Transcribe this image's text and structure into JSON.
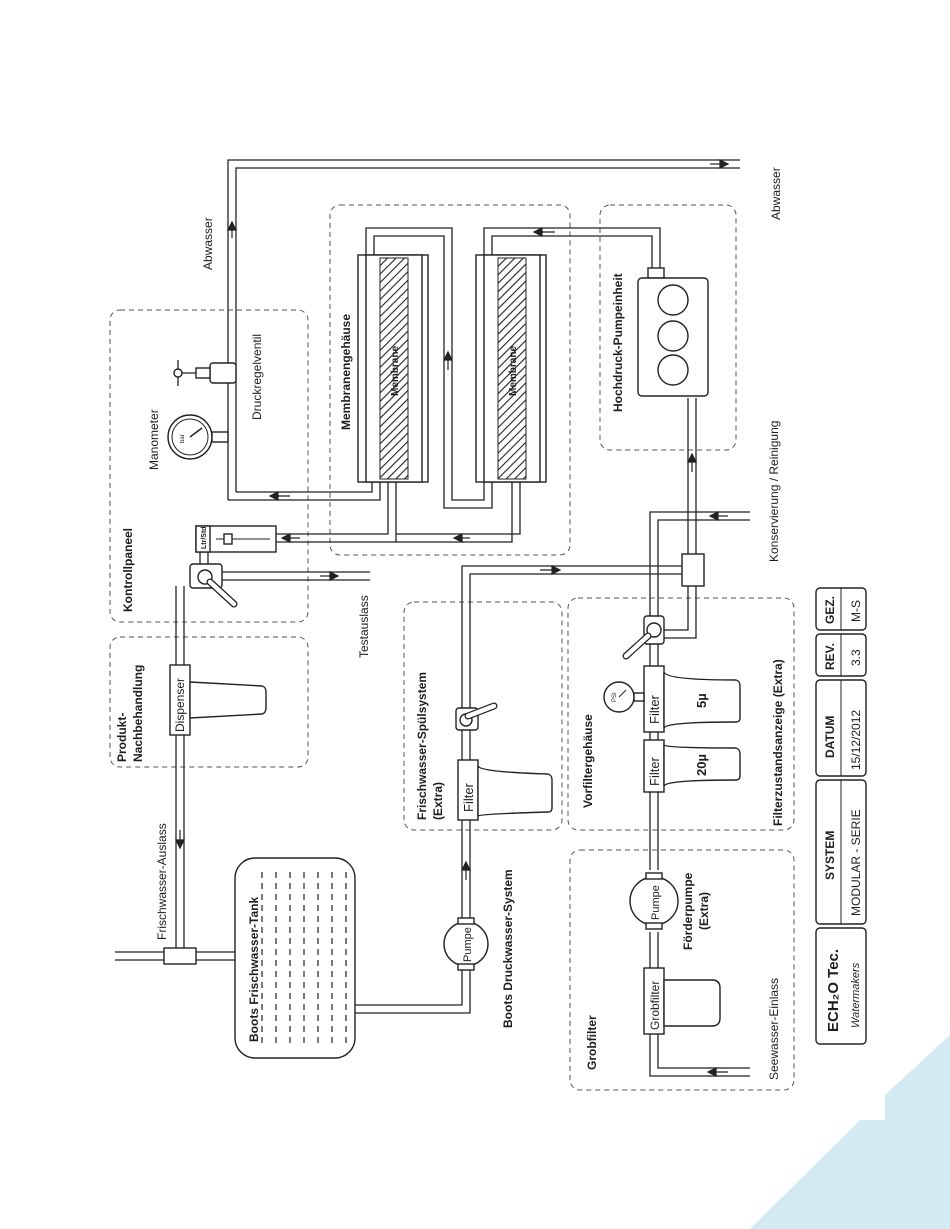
{
  "labels": {
    "abwasser_1": "Abwasser",
    "abwasser_2": "Abwasser",
    "druckregelventil": "Druckregelventil",
    "manometer": "Manometer",
    "membranengehaeuse": "Membranengehäuse",
    "membrane_1": "Membrane",
    "membrane_2": "Membrane",
    "hochdruck_pumpeinheit": "Hochdruck-Pumpeinheit",
    "konservierung": "Konservierung / Reinigung",
    "kontrollpaneel": "Kontrollpaneel",
    "testauslass": "Testauslass",
    "ltrstd": "Ltr/Std",
    "produkt_1": "Produkt-",
    "produkt_2": "Nachbehandlung",
    "dispenser": "Dispenser",
    "frischwasser_auslass": "Frischwasser-Auslass",
    "spuel_1": "Frischwasser-Spülsystem",
    "spuel_2": "(Extra)",
    "filter_spuel": "Filter",
    "vorfilter": "Vorfiltergehäuse",
    "filter_5": "Filter",
    "filter_20": "Filter",
    "mu5": "5µ",
    "mu20": "20µ",
    "filterzustand": "Filterzustandsanzeige (Extra)",
    "bar": "bar",
    "psi": "PSI",
    "tank": "Boots Frischwasser-Tank",
    "pumpe_1": "Pumpe",
    "pumpe_2": "Pumpe",
    "druckwasser": "Boots Druckwasser-System",
    "foerder_1": "Förderpumpe",
    "foerder_2": "(Extra)",
    "grobfilter_box": "Grobfilter",
    "grobfilter_unit": "Grobfilter",
    "seewasser": "Seewasser-Einlass"
  },
  "titleblock": {
    "h_system": "SYSTEM",
    "h_datum": "DATUM",
    "h_rev": "REV.",
    "h_gez": "GEZ.",
    "company": "ECH₂O Tec.",
    "company_sub": "Watermakers",
    "system": "MODULAR - SERIE",
    "datum": "15/12/2012",
    "rev": "3.3",
    "gez": "M-S"
  },
  "colors": {
    "line": "#222222",
    "corner": "#d3eaf3"
  }
}
